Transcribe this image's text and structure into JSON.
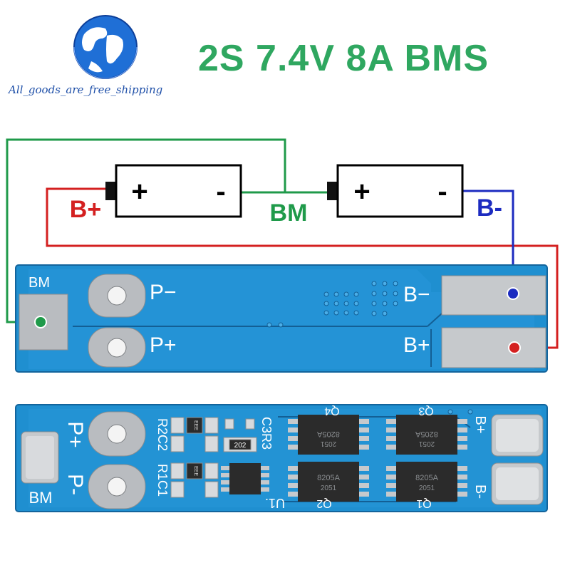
{
  "header": {
    "title": "2S 7.4V 8A BMS",
    "store_watermark": "All_goods_are_free_shipping"
  },
  "wiring": {
    "battery_plus": "+",
    "battery_minus": "-",
    "label_bplus": "B+",
    "label_bm": "BM",
    "label_bminus": "B-",
    "wire_colors": {
      "bplus": "#d42020",
      "bm": "#1f9a4a",
      "bminus": "#1c2bc0"
    }
  },
  "board_top": {
    "pad_bm": "BM",
    "pad_pminus": "P−",
    "pad_pplus": "P+",
    "pad_bminus": "B−",
    "pad_bplus": "B+"
  },
  "board_bottom": {
    "silk_pplus": "P+",
    "silk_pminus": "P-",
    "silk_bm": "BM",
    "silk_bplus": "B+",
    "silk_bminus": "B-",
    "ref_r2c2": "R2C2",
    "ref_r1c1": "R1C1",
    "ref_c3r3": "C3R3",
    "ref_q4": "Q4",
    "ref_q3": "Q3",
    "ref_q2": "Q2",
    "ref_q1": "Q1",
    "ref_u1": "U1.",
    "resistor_code": "202",
    "cap_code": "EEE",
    "mosfet_marks": [
      "8205A",
      "8205A",
      "8205A",
      "8205A"
    ],
    "mosfet_lot": "2051"
  },
  "colors": {
    "pcb": "#1f8fd0",
    "pcb_dark": "#1572b0",
    "title_green": "#2fa760"
  }
}
